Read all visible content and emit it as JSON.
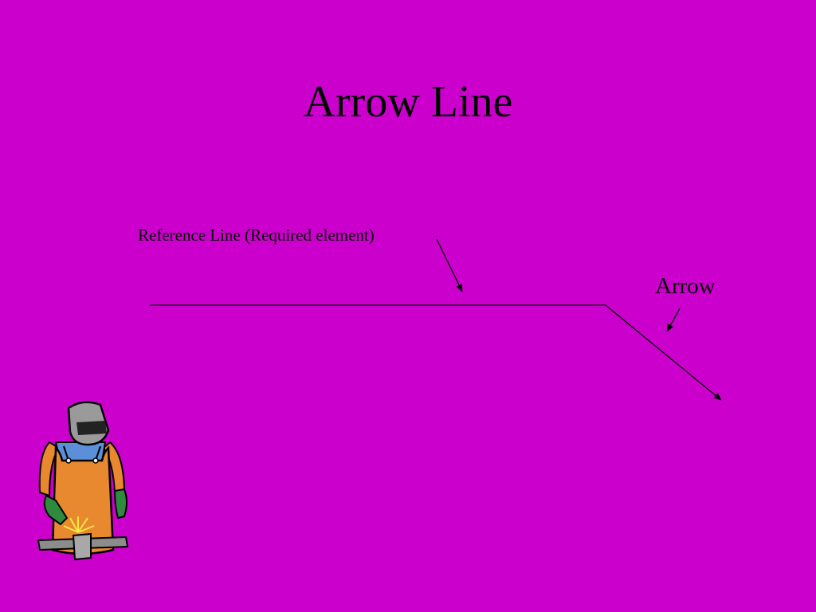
{
  "slide": {
    "background": "#CC00CC",
    "title": "Arrow Line"
  },
  "labels": {
    "reference_line": "Reference Line (Required element)",
    "arrow": "Arrow"
  },
  "clipart": {
    "icon": "welder-icon"
  }
}
